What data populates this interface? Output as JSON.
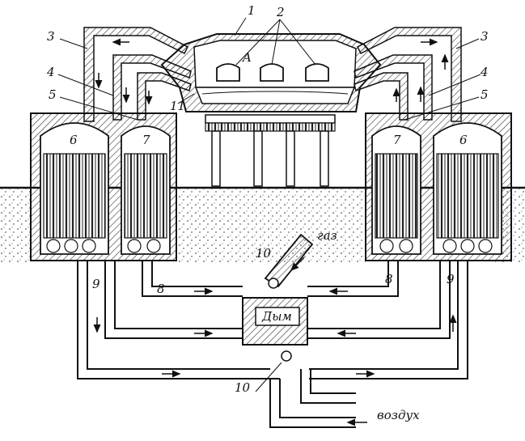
{
  "labels": {
    "furnace": "1",
    "burners": "2",
    "duct_left": "3",
    "duct_right": "3",
    "channel_left": "4",
    "channel_right": "4",
    "wall_left": "5",
    "wall_right": "5",
    "regen_air_left": "6",
    "regen_air_right": "6",
    "regen_gas_left": "7",
    "regen_gas_right": "7",
    "flue_gas_left": "8",
    "flue_gas_right": "8",
    "flue_air_left": "9",
    "flue_air_right": "9",
    "valve_gas": "10",
    "valve_air": "10",
    "bath": "11",
    "zone_a": "A",
    "gas": "газ",
    "smoke": "Дым",
    "air": "воздух"
  },
  "colors": {
    "ink": "#111111",
    "paper": "#ffffff",
    "hatch": "#555555"
  }
}
